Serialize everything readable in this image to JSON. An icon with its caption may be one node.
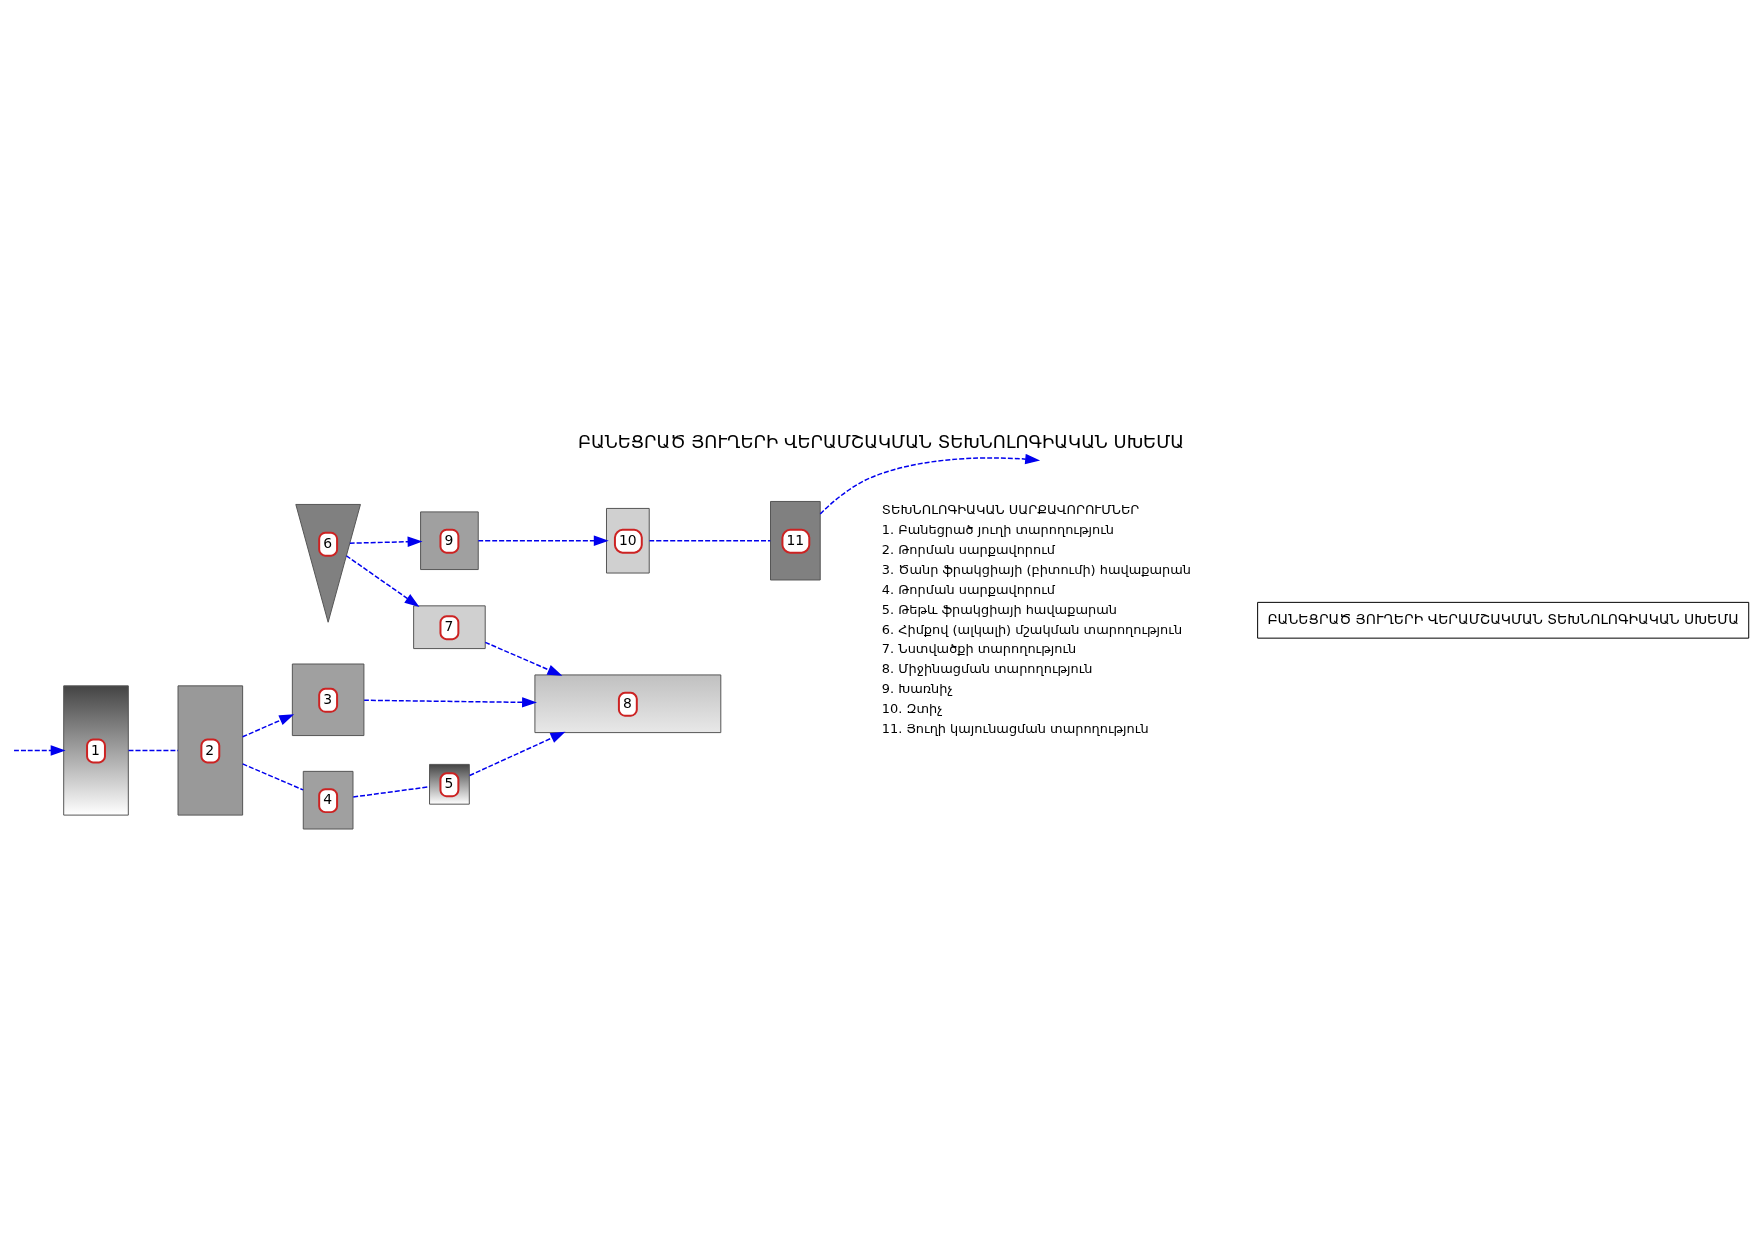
{
  "diagram": {
    "title": "ԲԱՆԵՑՐԱԾ ՅՈՒՂԵՐԻ ՎԵՐԱՄՇԱԿՄԱՆ ՏԵԽՆՈԼՈԳԻԱԿԱՆ ՍԽԵՄԱ",
    "nodes": [
      {
        "text": [
          "1"
        ]
      },
      {
        "text": [
          "2"
        ]
      },
      {
        "text": [
          "3"
        ]
      },
      {
        "text": [
          "4"
        ]
      },
      {
        "text": [
          "5"
        ]
      },
      {
        "text": [
          "6"
        ]
      },
      {
        "text": [
          "7"
        ]
      },
      {
        "text": [
          "8"
        ]
      },
      {
        "text": [
          "9"
        ]
      },
      {
        "text": [
          "10"
        ]
      },
      {
        "text": [
          "11"
        ]
      }
    ],
    "edges": [
      {
        "from": null,
        "to": 0,
        "arrow": "to"
      },
      {
        "from": 0,
        "to": 1,
        "arrow": "none"
      },
      {
        "from": 1,
        "to": 3,
        "arrow": "none"
      },
      {
        "from": 1,
        "to": 2,
        "arrow": "to"
      },
      {
        "from": 3,
        "to": 4,
        "arrow": "none"
      },
      {
        "from": 2,
        "to": 7,
        "arrow": "to"
      },
      {
        "from": 4,
        "to": 7,
        "arrow": "to"
      },
      {
        "from": 6,
        "to": 7,
        "arrow": "to"
      },
      {
        "from": 5,
        "to": 8,
        "arrow": "to"
      },
      {
        "from": 5,
        "to": 6,
        "arrow": "to"
      },
      {
        "from": 8,
        "to": 9,
        "arrow": "to"
      },
      {
        "from": 9,
        "to": 10,
        "arrow": "none"
      },
      {
        "from": 10,
        "to": null,
        "arrow": "to"
      }
    ],
    "labels": [
      "ՏԵԽՆՈԼՈԳԻԱԿԱՆ ՍԱՐՔԱՎՈՐՈՒՄՆԵՐ",
      "1. Բանեցրած յուղի տարողություն",
      "2. Թորման սարքավորում",
      "3. Ծանր ֆրակցիայի (բիտումի) հավաքարան",
      "4. Թորման սարքավորում",
      "5. Թեթև ֆրակցիայի հավաքարան",
      "6. Հիմքով (ալկալի) մշակման տարողություն",
      "7. Նստվածքի տարողություն",
      "8. Միջինացման տարողություն",
      "9. Խառնիչ",
      "10. Զտիչ",
      "11. Յուղի կայունացման տարողություն",
      "ԲԱՆԵՑՐԱԾ ՅՈՒՂԵՐԻ ՎԵՐԱՄՇԱԿՄԱՆ ՏԵԽՆՈԼՈԳԻԱԿԱՆ ՍԽԵՄԱ"
    ]
  }
}
